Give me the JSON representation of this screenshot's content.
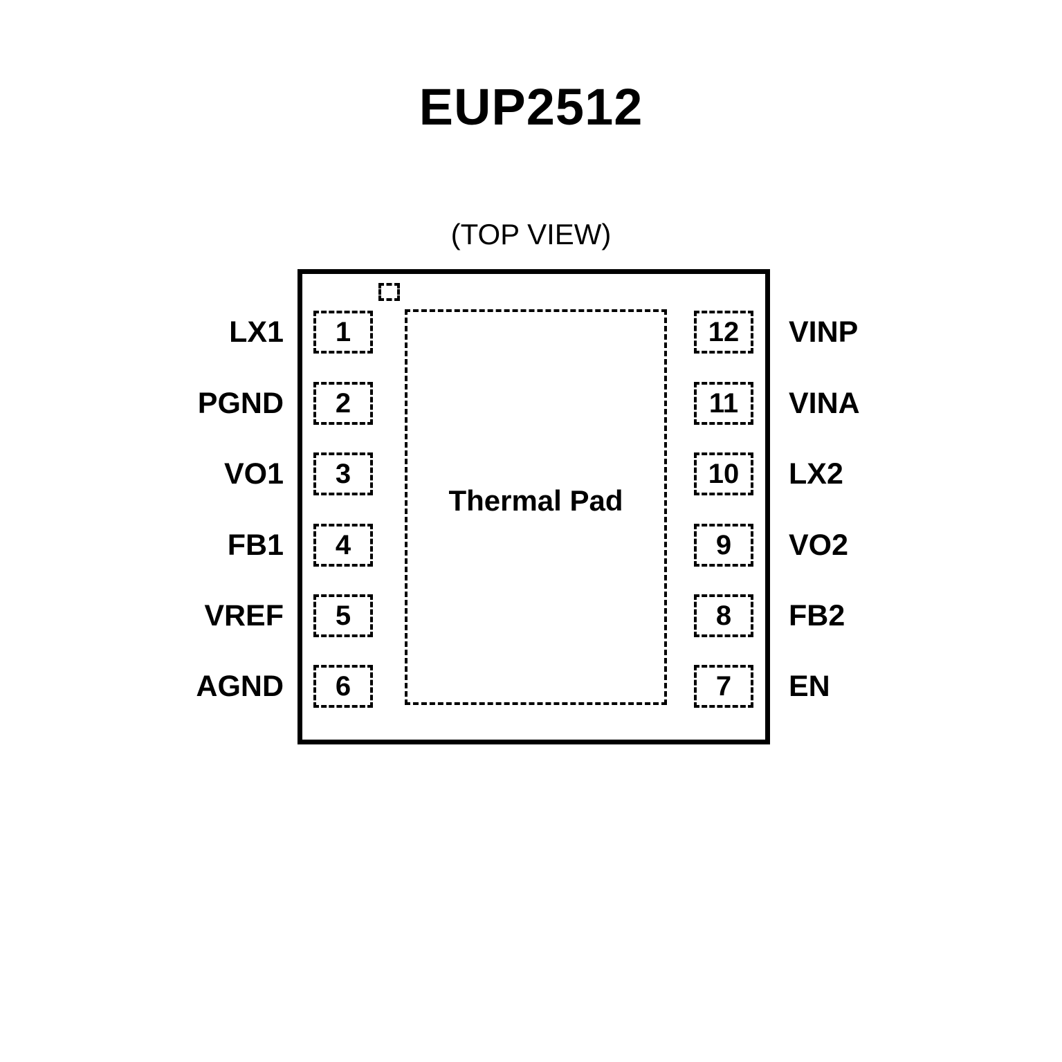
{
  "title": "EUP2512",
  "view_caption": "(TOP VIEW)",
  "thermal_pad_label": "Thermal Pad",
  "colors": {
    "background": "#ffffff",
    "outline": "#000000",
    "text": "#000000"
  },
  "package": {
    "pin_count": 12,
    "left_pins": [
      {
        "number": "1",
        "name": "LX1"
      },
      {
        "number": "2",
        "name": "PGND"
      },
      {
        "number": "3",
        "name": "VO1"
      },
      {
        "number": "4",
        "name": "FB1"
      },
      {
        "number": "5",
        "name": "VREF"
      },
      {
        "number": "6",
        "name": "AGND"
      }
    ],
    "right_pins": [
      {
        "number": "12",
        "name": "VINP"
      },
      {
        "number": "11",
        "name": "VINA"
      },
      {
        "number": "10",
        "name": "LX2"
      },
      {
        "number": "9",
        "name": "VO2"
      },
      {
        "number": "8",
        "name": "FB2"
      },
      {
        "number": "7",
        "name": "EN"
      }
    ]
  }
}
